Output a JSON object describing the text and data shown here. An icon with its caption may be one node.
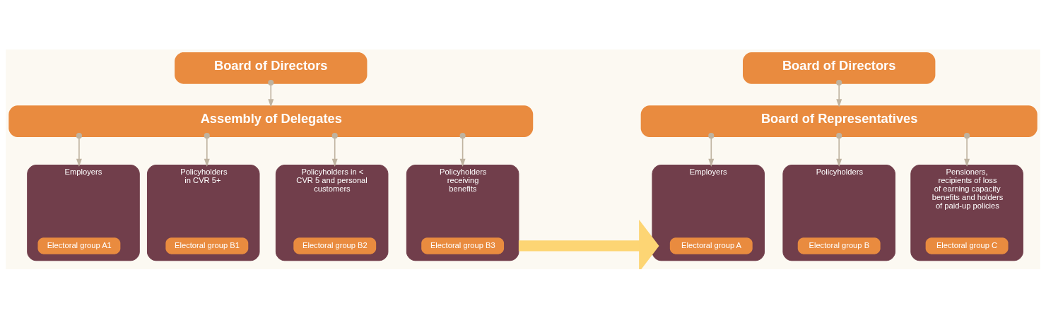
{
  "diagram": {
    "nodes": [
      {
        "text": [
          "Board of Directors"
        ]
      },
      {
        "text": [
          "Assembly of Delegates"
        ]
      },
      {
        "text": [
          "Employers"
        ]
      },
      {
        "text": [
          "Electoral group A1"
        ],
        "in": 2
      },
      {
        "text": [
          "Policyholders in CVR 5+"
        ]
      },
      {
        "text": [
          "Electoral group B1"
        ],
        "in": 4
      },
      {
        "text": [
          "Policyholders in < CVR 5 and personal customers"
        ]
      },
      {
        "text": [
          "Electoral group B2"
        ],
        "in": 6
      },
      {
        "text": [
          "Policyholders receiving benefits"
        ]
      },
      {
        "text": [
          "Electoral group B3"
        ],
        "in": 8
      },
      {
        "text": [
          "Board of Directors"
        ]
      },
      {
        "text": [
          "Board of Representatives"
        ]
      },
      {
        "text": [
          "Employers"
        ]
      },
      {
        "text": [
          "Electoral group A"
        ],
        "in": 12
      },
      {
        "text": [
          "Policyholders"
        ]
      },
      {
        "text": [
          "Electoral group B"
        ],
        "in": 14
      },
      {
        "text": [
          "Pensioners, recipients of loss of earning capacity benefits and holders of paid-up policies"
        ]
      },
      {
        "text": [
          "Electoral group C"
        ],
        "in": 16
      }
    ],
    "edges": [
      {
        "from": 0,
        "to": 1,
        "arrow": "to"
      },
      {
        "from": 1,
        "to": 2,
        "arrow": "to"
      },
      {
        "from": 1,
        "to": 4,
        "arrow": "to"
      },
      {
        "from": 1,
        "to": 6,
        "arrow": "to"
      },
      {
        "from": 1,
        "to": 8,
        "arrow": "to"
      },
      {
        "from": 8,
        "to": 12,
        "arrow": "to",
        "style": "thick",
        "color": "#fdd574"
      },
      {
        "from": 10,
        "to": 11,
        "arrow": "to"
      },
      {
        "from": 11,
        "to": 12,
        "arrow": "to"
      },
      {
        "from": 11,
        "to": 14,
        "arrow": "to"
      },
      {
        "from": 11,
        "to": 16,
        "arrow": "to"
      }
    ]
  }
}
